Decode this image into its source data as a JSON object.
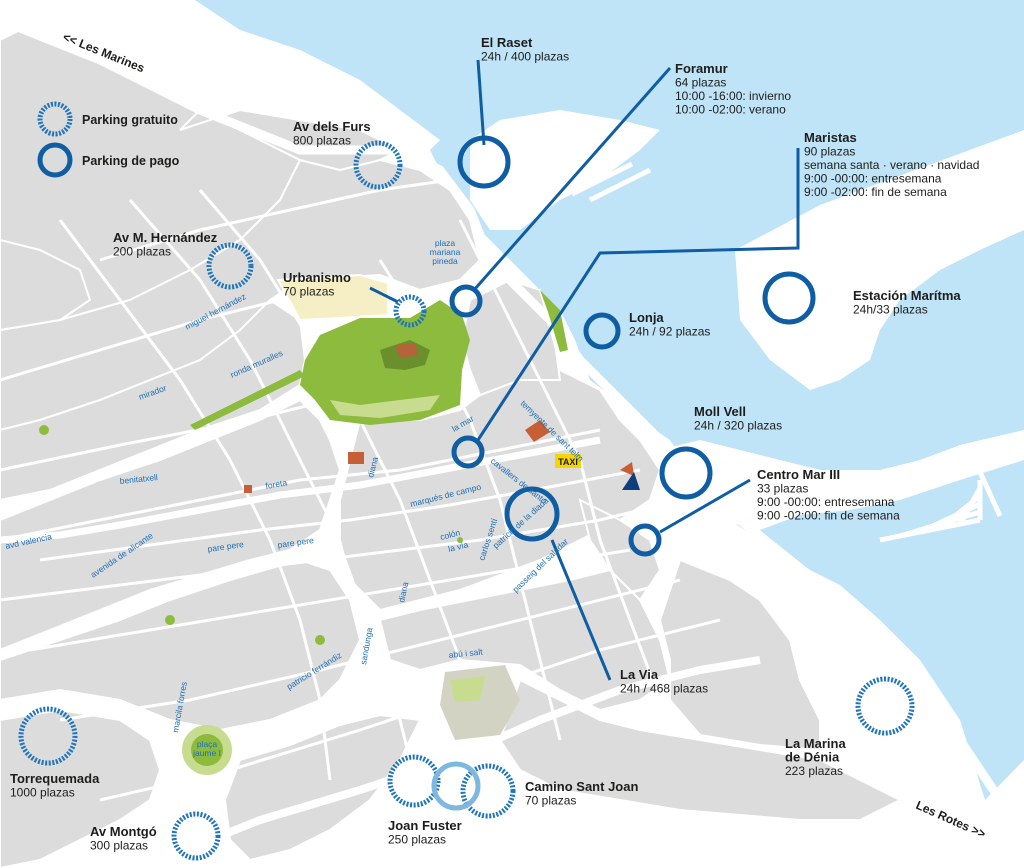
{
  "colors": {
    "sea": "#bfe3f7",
    "block": "#dcdcdc",
    "block_edge": "#ffffff",
    "road": "#ffffff",
    "park": "#8dbb3e",
    "park_light": "#c8dc8f",
    "urbanismo_fill": "#f6efc6",
    "paid": "#0f5da3",
    "free": "#1e74bd",
    "joan_fuster": "#7fb8de",
    "street_text": "#1d6fb3"
  },
  "edge_labels": {
    "les_marines": "<< Les Marines",
    "les_rotes": "Les Rotes >>"
  },
  "legend": {
    "free": "Parking gratuito",
    "paid": "Parking de pago"
  },
  "parkings": {
    "el_raset": {
      "name": "El Raset",
      "info": [
        "24h / 400 plazas"
      ],
      "type": "paid"
    },
    "foramur": {
      "name": "Foramur",
      "info": [
        "64 plazas",
        "10:00 -16:00: invierno",
        "10:00 -02:00: verano"
      ],
      "type": "paid"
    },
    "maristas": {
      "name": "Maristas",
      "info": [
        "90 plazas",
        "semana santa · verano · navidad",
        "9:00 -00:00: entresemana",
        "9:00 -02:00: fin de semana"
      ],
      "type": "paid"
    },
    "av_furs": {
      "name": "Av dels Furs",
      "info": [
        "800 plazas"
      ],
      "type": "free"
    },
    "av_hernandez": {
      "name": "Av M. Hernández",
      "info": [
        "200 plazas"
      ],
      "type": "free"
    },
    "urbanismo": {
      "name": "Urbanismo",
      "info": [
        "70 plazas"
      ],
      "type": "free"
    },
    "estacion": {
      "name": "Estación Marítma",
      "info": [
        "24h/33 plazas"
      ],
      "type": "paid"
    },
    "lonja": {
      "name": "Lonja",
      "info": [
        "24h / 92 plazas"
      ],
      "type": "paid"
    },
    "moll_vell": {
      "name": "Moll Vell",
      "info": [
        "24h / 320 plazas"
      ],
      "type": "paid"
    },
    "centro_mar": {
      "name": "Centro Mar III",
      "info": [
        "33 plazas",
        "9:00 -00:00: entresemana",
        "9:00 -02:00: fin de semana"
      ],
      "type": "paid"
    },
    "la_via": {
      "name": "La Via",
      "info": [
        "24h / 468 plazas"
      ],
      "type": "paid"
    },
    "marina": {
      "name": "La Marina de Dénia",
      "name_lines": [
        "La Marina",
        "de Dénia"
      ],
      "info": [
        "223 plazas"
      ],
      "type": "free"
    },
    "torrequemada": {
      "name": "Torrequemada",
      "info": [
        "1000 plazas"
      ],
      "type": "free"
    },
    "camino_sant_joan": {
      "name": "Camino Sant Joan",
      "info": [
        "70 plazas"
      ],
      "type": "free"
    },
    "joan_fuster": {
      "name": "Joan Fuster",
      "info": [
        "250 plazas"
      ],
      "type": "free"
    },
    "av_montgo": {
      "name": "Av Montgó",
      "info": [
        "300 plazas"
      ],
      "type": "free"
    }
  },
  "streets": {
    "plaza_pineda": [
      "plaza",
      "mariana",
      "pineda"
    ],
    "miguel_hernandez": "miguel hernández",
    "ronda_muralles": "ronda muralles",
    "mirador": "mirador",
    "benitatxell": "benitatxell",
    "foreta": "foreta",
    "avd_valencia": "avd valencia",
    "avenida_alicante": "avenida de alicante",
    "pare_pere_1": "pare pere",
    "pare_pere_2": "pare pere",
    "diana_1": "diana",
    "diana_2": "diana",
    "marques_campo": "marqués de campo",
    "colon": "colón",
    "la_via": "la vía",
    "carlos_sentí": "carlos sentí",
    "la_mar": "la mar",
    "tenyente": "temyente de sant telm",
    "cavallers": "cavallers de santo",
    "patricio_1": "patricio de la diada",
    "passeig_saladar": "passeig del saladar",
    "patricio_ferrandiz": "patricio ferrándiz",
    "sandunga": "sandunga",
    "abu_i_salt": "abú i salt",
    "marcila_forres": "marcila forres",
    "placa_jaume": [
      "plaça",
      "jaume I"
    ]
  },
  "taxi": "TAXI"
}
